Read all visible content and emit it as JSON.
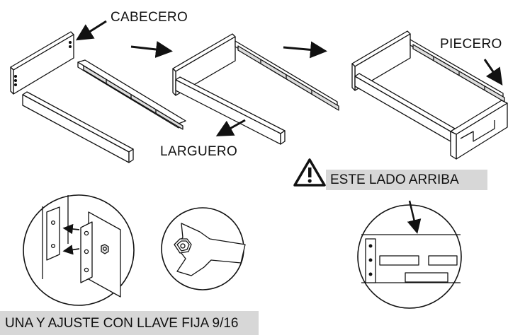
{
  "labels": {
    "headboard": "CABECERO",
    "footboard": "PIECERO",
    "side_rail": "LARGUERO",
    "this_side_up": "ESTE LADO ARRIBA",
    "instruction": "UNA Y AJUSTE CON LLAVE FIJA 9/16"
  },
  "icons": {
    "warning": "warning-triangle-icon",
    "wrench": "open-end-wrench-icon",
    "bolt": "hex-bolt-icon"
  },
  "colors": {
    "band": "#d7d7d7",
    "line": "#111111"
  }
}
